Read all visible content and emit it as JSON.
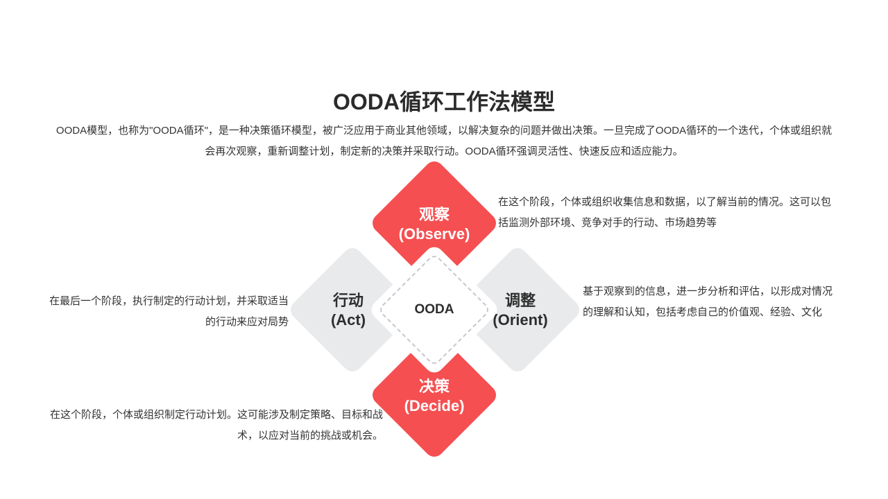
{
  "title": "OODA循环工作法模型",
  "intro": "OODA模型，也称为\"OODA循环\"，是一种决策循环模型，被广泛应用于商业其他领域，以解决复杂的问题并做出决策。一旦完成了OODA循环的一个迭代，个体或组织就会再次观察，重新调整计划，制定新的决策并采取行动。OODA循环强调灵活性、快速反应和适应能力。",
  "center": "OODA",
  "colors": {
    "accent": "#f54f51",
    "gray": "#e9eaec"
  },
  "stages": {
    "observe": {
      "cn": "观察",
      "en": "(Observe)",
      "desc": "在这个阶段，个体或组织收集信息和数据，以了解当前的情况。这可以包括监测外部环境、竞争对手的行动、市场趋势等"
    },
    "orient": {
      "cn": "调整",
      "en": "(Orient)",
      "desc": "基于观察到的信息，进一步分析和评估，以形成对情况的理解和认知，包括考虑自己的价值观、经验、文化"
    },
    "decide": {
      "cn": "决策",
      "en": "(Decide)",
      "desc": "在这个阶段，个体或组织制定行动计划。这可能涉及制定策略、目标和战术，以应对当前的挑战或机会。"
    },
    "act": {
      "cn": "行动",
      "en": "(Act)",
      "desc": "在最后一个阶段，执行制定的行动计划，并采取适当的行动来应对局势"
    }
  }
}
